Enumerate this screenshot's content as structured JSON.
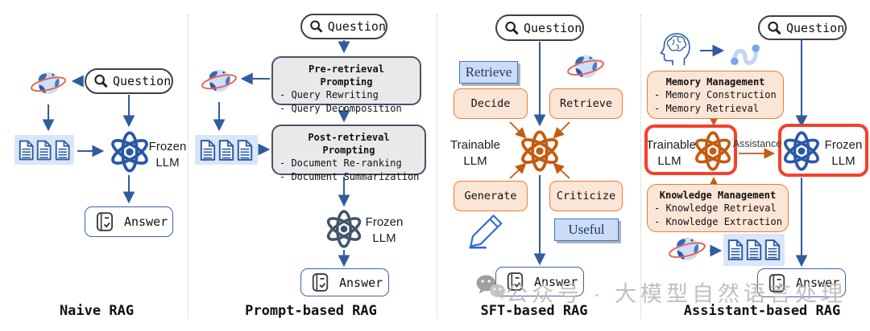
{
  "colors": {
    "arrow_blue": "#2e5c9e",
    "arrow_orange": "#c55a11",
    "atom_blue": "#2a58a8",
    "atom_slate": "#44546a",
    "atom_orange": "#c55a11",
    "orange_fill": "#fbe5d6",
    "orange_border": "#ed7d31",
    "gray_fill": "#e9e9e9",
    "gray_border": "#44546a",
    "tag_fill": "#cbdcf6",
    "tag_border": "#4472c4",
    "tag_text": "#1f3864",
    "red_outline": "#f5402c",
    "pill_border": "#3f3f3f",
    "answer_border": "#3c64a8",
    "doc_bg": "#d9e6f8",
    "doc_blue": "#2e5ca8",
    "globe_ring": "#e8604c",
    "watermark_gray": "#b9b9b9"
  },
  "icons": {
    "question": "magnifier-icon",
    "web": "globe-orbit-icon",
    "documents": "document-stack-icon",
    "llm": "atom-icon",
    "answer": "journal-check-icon",
    "memory": "brain-head-icon",
    "trajectory": "route-icon",
    "write": "pencil-icon",
    "watermark": "wechat-icon"
  },
  "panels": [
    {
      "title": "Naive RAG",
      "question": "Question",
      "answer": "Answer",
      "llm": {
        "line1": "Frozen",
        "line2": "LLM"
      }
    },
    {
      "title": "Prompt-based RAG",
      "question": "Question",
      "answer": "Answer",
      "llm": {
        "line1": "Frozen",
        "line2": "LLM"
      },
      "pre_box": {
        "title": "Pre-retrieval Prompting",
        "items": [
          "- Query Rewriting",
          "- Query Decomposition"
        ]
      },
      "post_box": {
        "title": "Post-retrieval Prompting",
        "items": [
          "- Document Re-ranking",
          "- Document Summarization"
        ]
      }
    },
    {
      "title": "SFT-based RAG",
      "question": "Question",
      "answer": "Answer",
      "llm": {
        "line1": "Trainable",
        "line2": "LLM"
      },
      "tags": {
        "retrieve": "Retrieve",
        "useful": "Useful"
      },
      "actions": {
        "decide": "Decide",
        "retrieve": "Retrieve",
        "generate": "Generate",
        "criticize": "Criticize"
      }
    },
    {
      "title": "Assistant-based RAG",
      "question": "Question",
      "answer": "Answer",
      "trainable_llm": {
        "line1": "Trainable",
        "line2": "LLM"
      },
      "frozen_llm": {
        "line1": "Frozen",
        "line2": "LLM"
      },
      "assistance_label": "Assistance",
      "memory_box": {
        "title": "Memory Management",
        "items": [
          "- Memory Construction",
          "- Memory Retrieval"
        ]
      },
      "knowledge_box": {
        "title": "Knowledge Management",
        "items": [
          "- Knowledge Retrieval",
          "- Knowledge Extraction"
        ]
      }
    }
  ],
  "watermark": {
    "text": "公众号 · 大模型自然语言处理"
  }
}
